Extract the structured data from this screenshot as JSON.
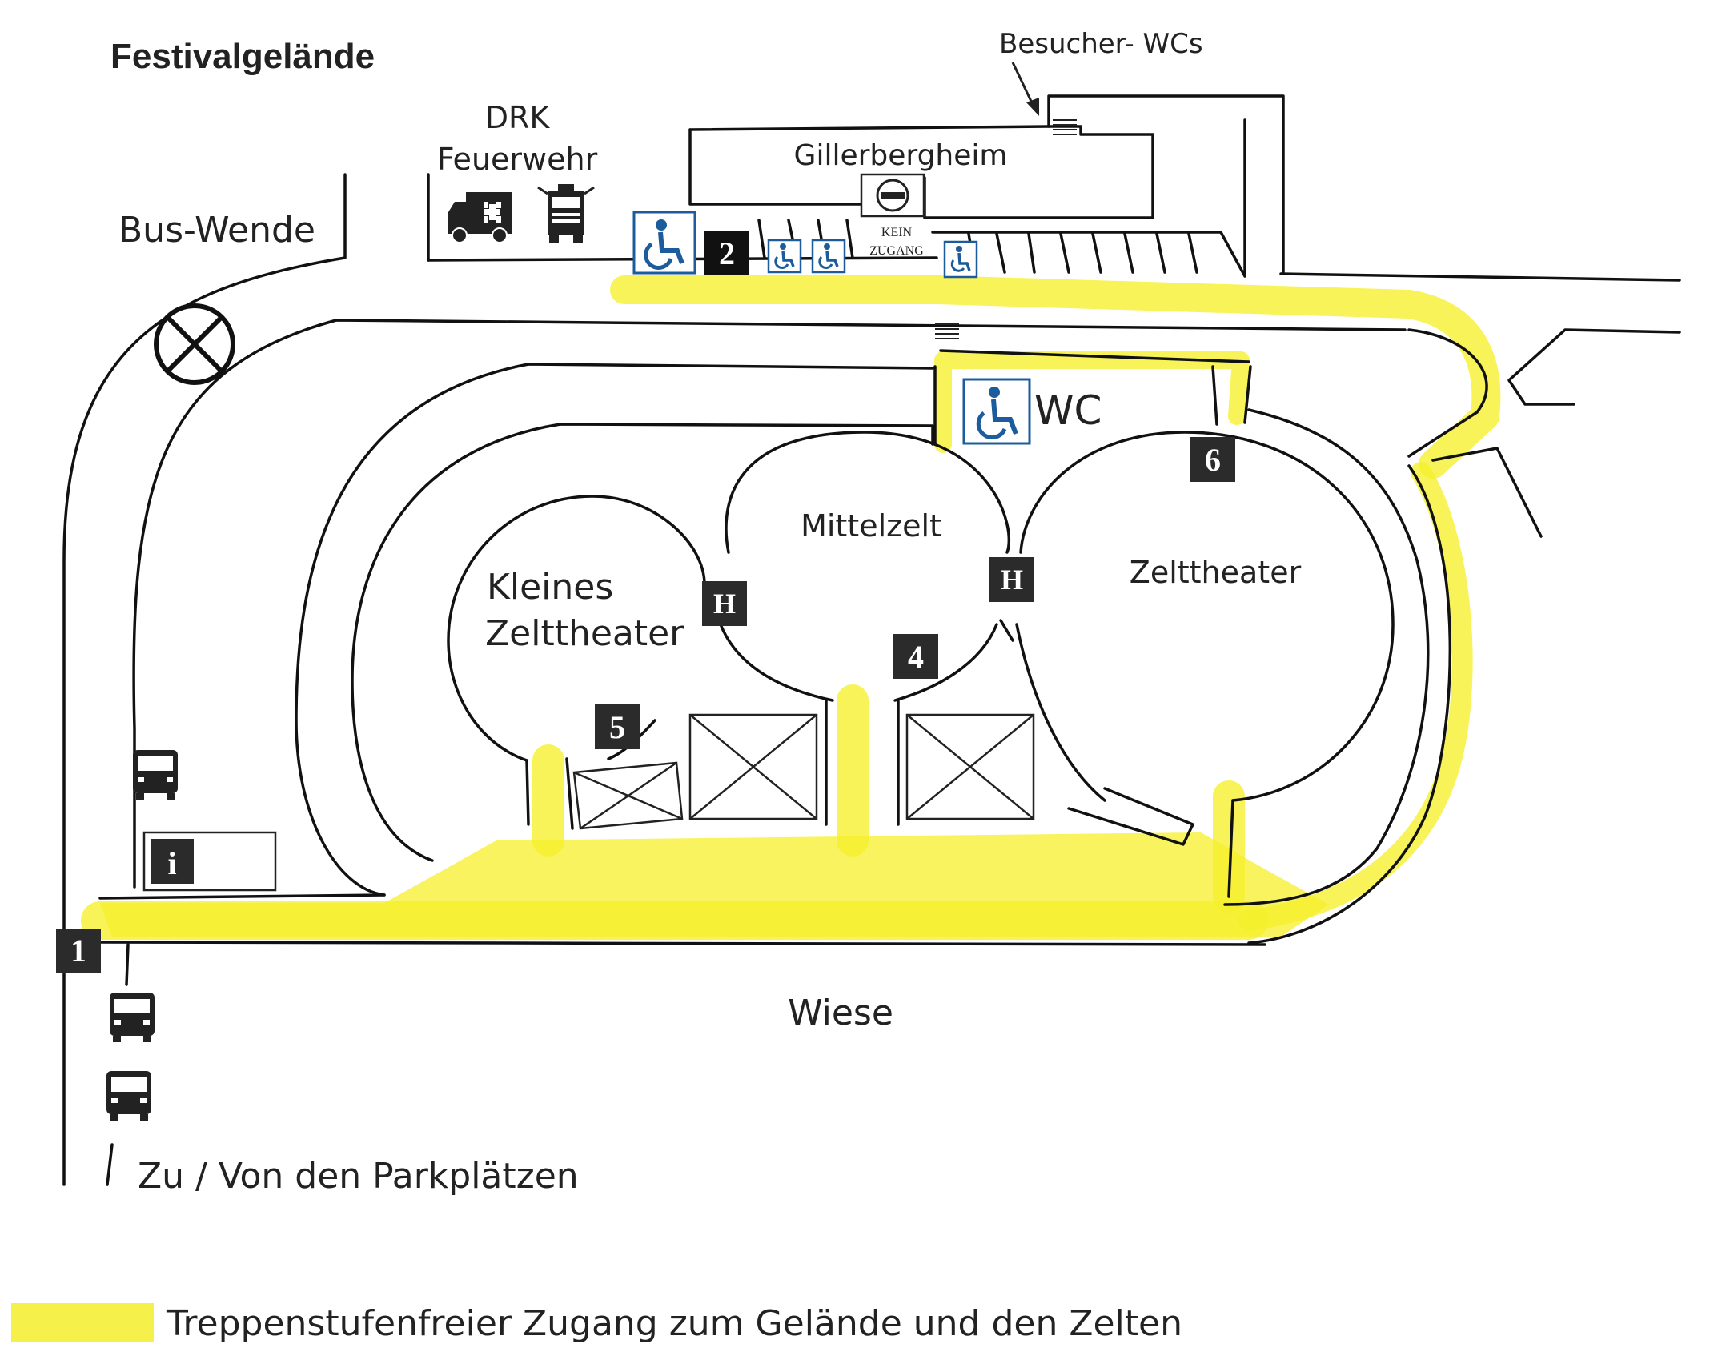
{
  "title": "Festivalgelände",
  "labels": {
    "besucher_wcs": "Besucher- WCs",
    "drk": "DRK",
    "feuerwehr": "Feuerwehr",
    "gillerbergheim": "Gillerbergheim",
    "kein": "KEIN",
    "zugang": "ZUGANG",
    "bus_wende": "Bus-Wende",
    "wc": "WC",
    "mittelzelt": "Mittelzelt",
    "kleines": "Kleines",
    "zelttheater_small": "Zelttheater",
    "zelttheater": "Zelttheater",
    "wiese": "Wiese",
    "parkplaetze": "Zu / Von den Parkplätzen"
  },
  "markers": {
    "m1": "1",
    "m2": "2",
    "m4": "4",
    "m5": "5",
    "m6": "6",
    "h_left": "H",
    "h_right": "H",
    "info": "i"
  },
  "legend": {
    "text": "Treppenstufenfreier Zugang zum Gelände und den Zelten",
    "color": "#f5ef2a"
  },
  "icons": [
    "ambulance-icon",
    "fire-truck-icon",
    "wheelchair-icon",
    "no-entry-icon",
    "bus-icon",
    "blocked-area-icon",
    "stairs-icon",
    "info-icon"
  ]
}
